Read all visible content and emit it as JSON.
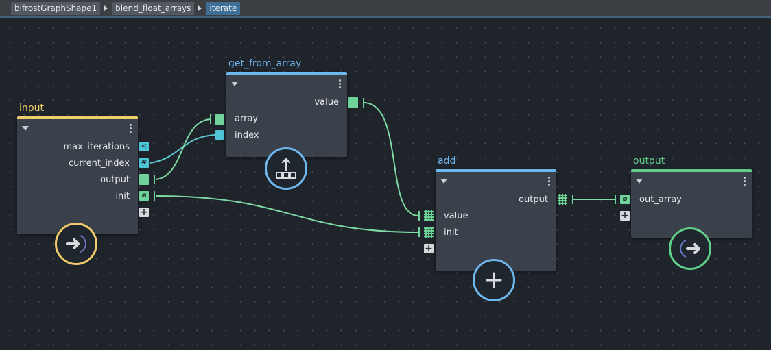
{
  "breadcrumb": [
    "bifrostGraphShape1",
    "blend_float_arrays",
    "iterate"
  ],
  "colors": {
    "input": "#f1cc6a",
    "compound": "#6fb7ef",
    "output": "#5fcf8a",
    "wire": "#7fd9a3",
    "port_green": "#6fd39b",
    "port_cyan": "#4fc4d6"
  },
  "nodes": {
    "input": {
      "title": "input",
      "ports": {
        "max_iterations": "max_iterations",
        "current_index": "current_index",
        "output": "output",
        "init": "init"
      },
      "badges": {
        "max_iterations": "<",
        "current_index": "#",
        "init": "ø"
      },
      "icon": "iterate-in-icon"
    },
    "get_from_array": {
      "title": "get_from_array",
      "ports": {
        "value": "value",
        "array": "array",
        "index": "index"
      },
      "icon": "get-from-array-icon"
    },
    "add": {
      "title": "add",
      "ports": {
        "output": "output",
        "value": "value",
        "init": "init"
      },
      "icon": "add-icon"
    },
    "output": {
      "title": "output",
      "ports": {
        "out_array": "out_array"
      },
      "badges": {
        "out_array": "ø"
      },
      "icon": "iterate-out-icon"
    }
  },
  "connections": [
    {
      "from": "input.current_index",
      "to": "get_from_array.index"
    },
    {
      "from": "input.output",
      "to": "get_from_array.array"
    },
    {
      "from": "get_from_array.value",
      "to": "add.value"
    },
    {
      "from": "input.init",
      "to": "add.init"
    },
    {
      "from": "add.output",
      "to": "output.out_array"
    }
  ]
}
